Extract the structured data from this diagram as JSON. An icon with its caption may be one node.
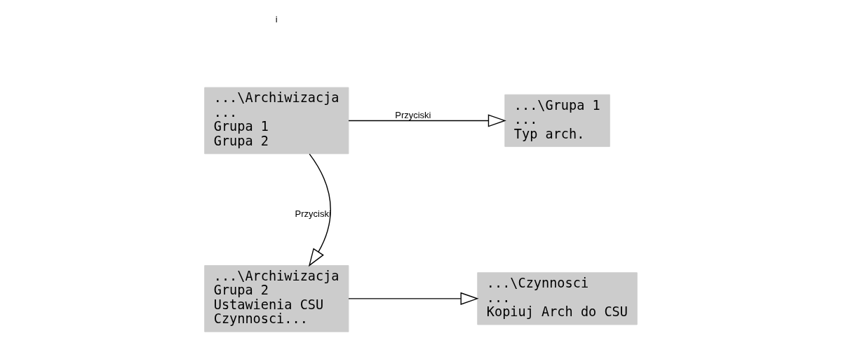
{
  "diagram": {
    "nodes": [
      {
        "text": [
          "...\\Archiwizacja",
          "...",
          "Grupa 1",
          "Grupa 2"
        ]
      },
      {
        "text": [
          "...\\Grupa 1",
          "...",
          "Typ arch."
        ]
      },
      {
        "text": [
          "...\\Archiwizacja",
          "Grupa 2",
          "Ustawienia CSU",
          "Czynnosci..."
        ]
      },
      {
        "text": [
          "...\\Czynnosci",
          "...",
          "Kopiuj Arch do CSU"
        ]
      }
    ],
    "edges": [
      {
        "from": 0,
        "to": 1,
        "arrow": "to",
        "label": "Przyciski"
      },
      {
        "from": 0,
        "to": 2,
        "arrow": "to",
        "label": "Przyciski"
      },
      {
        "from": 2,
        "to": 3,
        "arrow": "to"
      }
    ],
    "labels": [
      "i"
    ]
  }
}
